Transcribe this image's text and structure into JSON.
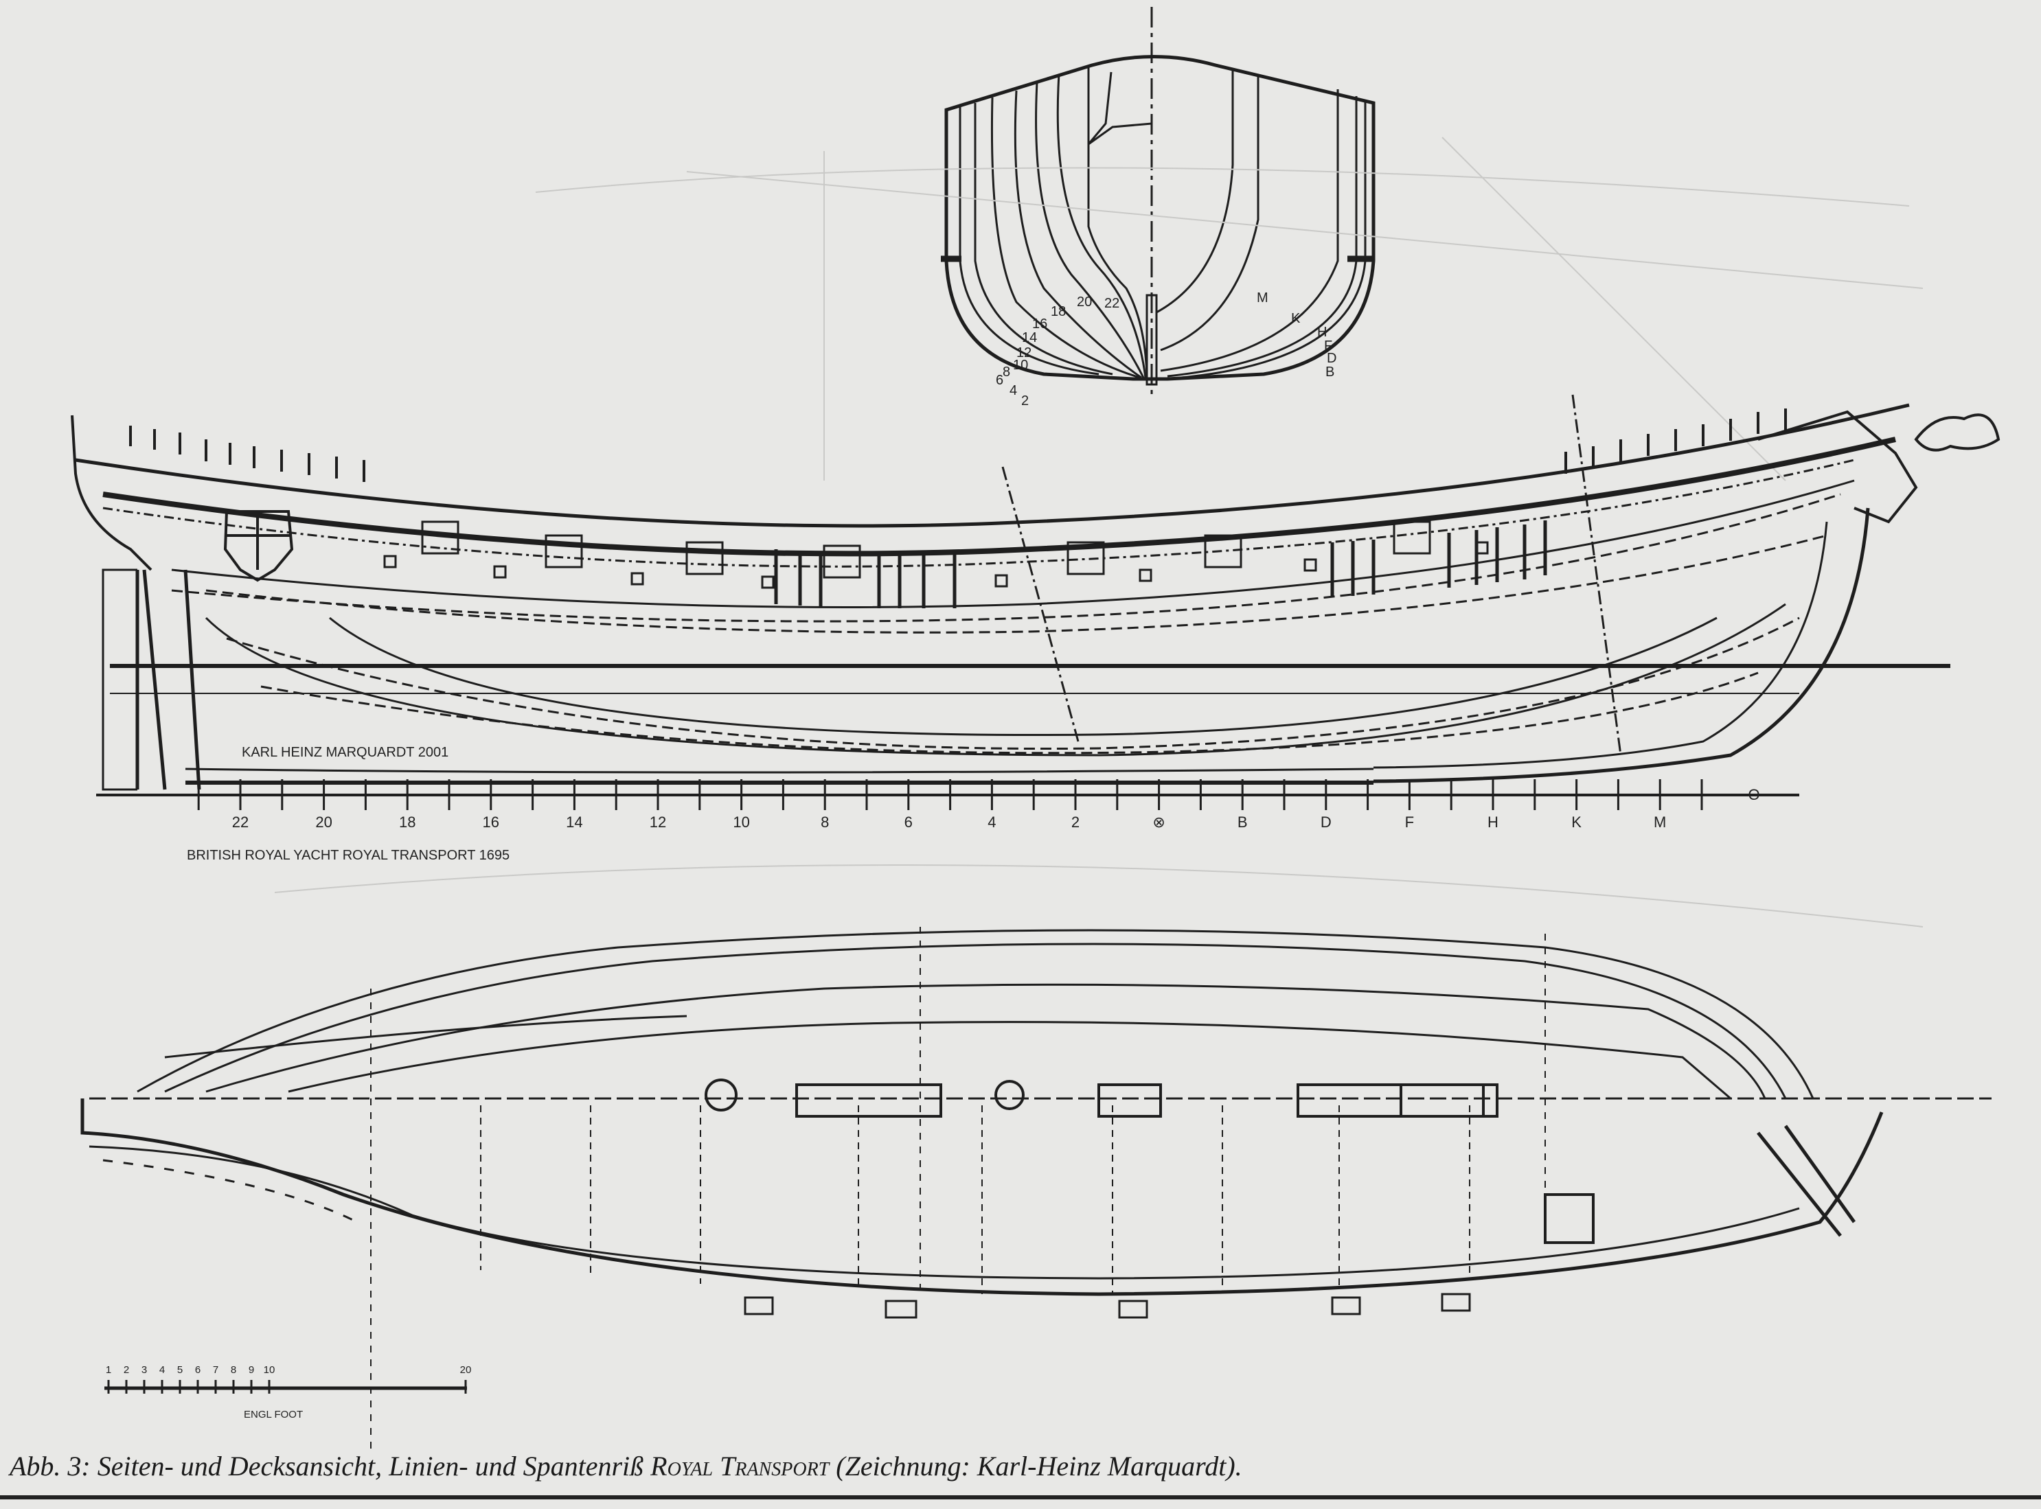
{
  "profile": {
    "signature": "KARL HEINZ MARQUARDT 2001",
    "title": "BRITISH ROYAL YACHT ROYAL TRANSPORT 1695",
    "stations": [
      "22",
      "20",
      "18",
      "16",
      "14",
      "12",
      "10",
      "8",
      "6",
      "4",
      "2",
      "⊗",
      "B",
      "D",
      "F",
      "H",
      "K",
      "M"
    ],
    "stem_station": "O"
  },
  "body_plan": {
    "aft_labels": [
      "22",
      "20",
      "18",
      "16",
      "14",
      "12",
      "10",
      "8",
      "6",
      "4",
      "2"
    ],
    "fore_labels": [
      "M",
      "K",
      "H",
      "F",
      "D",
      "B"
    ]
  },
  "scale_bar": {
    "numbers": [
      "1",
      "2",
      "3",
      "4",
      "5",
      "6",
      "7",
      "8",
      "9",
      "10"
    ],
    "end_number": "20",
    "unit": "ENGL FOOT"
  },
  "caption": {
    "prefix": "Abb. 3: Seiten- und Decksansicht, Linien- und Spantenriß ",
    "ship_name": "Royal Transport",
    "suffix": " (Zeichnung: Karl-Heinz Marquardt)."
  },
  "colors": {
    "paper": "#e8e8e6",
    "ink": "#1e1e1e"
  }
}
